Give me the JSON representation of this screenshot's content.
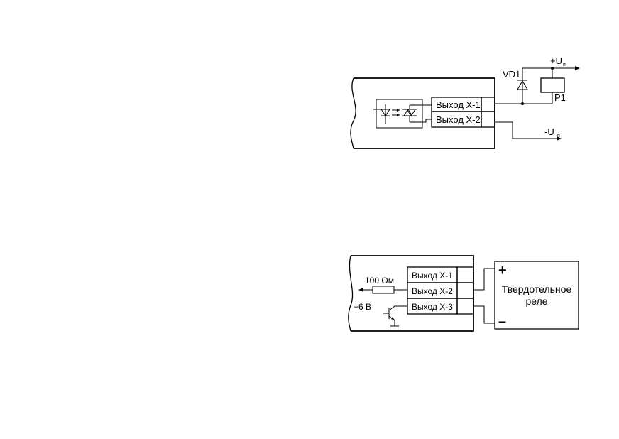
{
  "diagram1": {
    "label_up_plus": "+U",
    "label_up_sub": "п",
    "label_vd1": "VD1",
    "label_p1": "P1",
    "label_un_minus": "-U",
    "label_un_sub": "п",
    "output_x1": "Выход Х-1",
    "output_x2": "Выход Х-2"
  },
  "diagram2": {
    "output_x1": "Выход Х-1",
    "output_x2": "Выход Х-2",
    "output_x3": "Выход Х-3",
    "resistor_label": "100 Ом",
    "voltage_label": "+6 В",
    "plus_sign": "+",
    "minus_sign": "–",
    "relay_line1": "Твердотельное",
    "relay_line2": "реле"
  }
}
